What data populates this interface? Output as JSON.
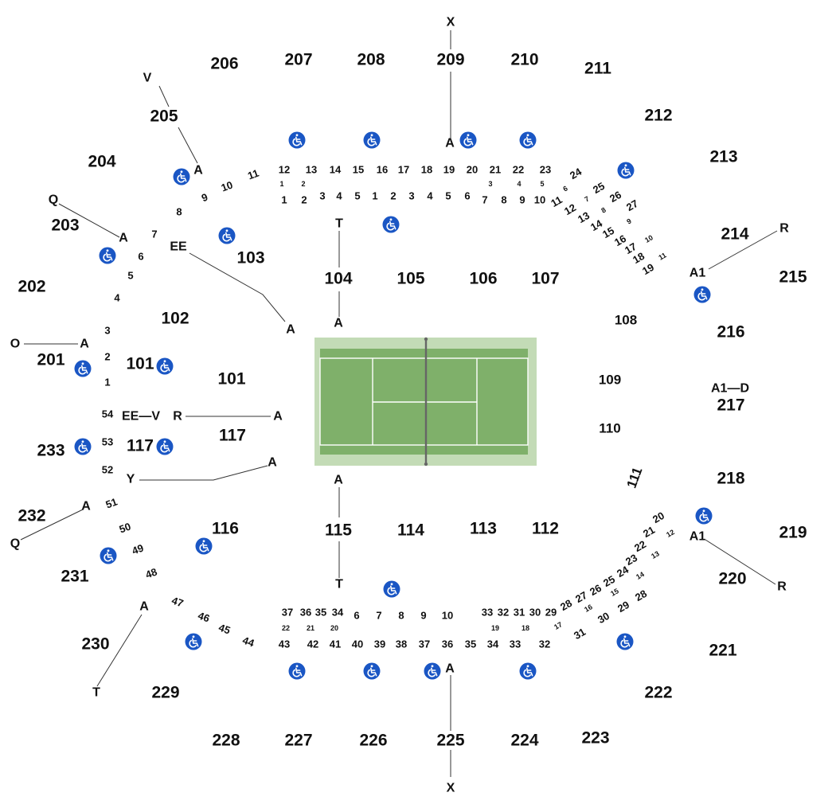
{
  "sections_upper": [
    "206",
    "207",
    "208",
    "209",
    "210",
    "211",
    "212",
    "213",
    "214",
    "215",
    "216",
    "217",
    "218",
    "219",
    "220",
    "221",
    "222",
    "223",
    "224",
    "225",
    "226",
    "227",
    "228",
    "229",
    "230",
    "231",
    "232",
    "233",
    "201",
    "202",
    "203",
    "204",
    "205"
  ],
  "sections_lower": [
    "101",
    "102",
    "103",
    "104",
    "105",
    "106",
    "107",
    "108",
    "109",
    "110",
    "111",
    "112",
    "113",
    "114",
    "115",
    "116",
    "117",
    "101",
    "117"
  ],
  "rows": [
    "1",
    "2",
    "3",
    "4",
    "5",
    "6",
    "7",
    "8",
    "9",
    "10",
    "11",
    "12",
    "13",
    "14",
    "15",
    "16",
    "17",
    "18",
    "19",
    "20",
    "21",
    "22",
    "23",
    "24",
    "25",
    "26",
    "27",
    "28",
    "29",
    "30",
    "31",
    "32",
    "33",
    "34",
    "35",
    "36",
    "37",
    "38",
    "39",
    "40",
    "41",
    "42",
    "43",
    "44",
    "45",
    "46",
    "47",
    "48",
    "49",
    "50",
    "51",
    "52",
    "53",
    "54"
  ],
  "rows_small": [
    "1",
    "2",
    "3",
    "4",
    "5",
    "6",
    "7",
    "8",
    "9",
    "10",
    "11",
    "12",
    "13",
    "14",
    "15",
    "16",
    "17",
    "18",
    "19",
    "20",
    "21",
    "22"
  ],
  "tags": [
    "A",
    "A1",
    "EE",
    "T",
    "X",
    "V",
    "Q",
    "O",
    "R",
    "Y",
    "D",
    "EE—V",
    "A1—D"
  ],
  "icons": {
    "accessible": "wheelchair-icon"
  },
  "colors": {
    "court_surround": "#c3dbb6",
    "court": "#7fb06a",
    "court_lines": "#ffffff",
    "net": "#666666",
    "accessible_badge": "#1a56c4",
    "text": "#111111"
  }
}
